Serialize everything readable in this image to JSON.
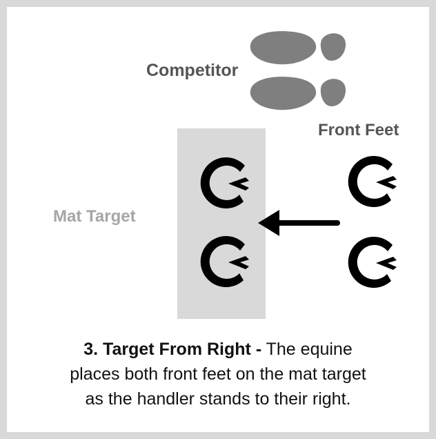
{
  "labels": {
    "competitor": "Competitor",
    "front_feet": "Front Feet",
    "mat_target": "Mat Target"
  },
  "caption": {
    "title": "3. Target From Right -",
    "line1_rest": " The equine",
    "line2": "places both front feet on the mat target",
    "line3": "as the handler stands to their right."
  },
  "colors": {
    "background": "#d9d9d9",
    "card": "#ffffff",
    "footprint": "#7f7f7f",
    "hoof": "#000000",
    "mat": "#d9d9d9",
    "muted_label": "#a6a6a6",
    "label": "#555555"
  },
  "icons": [
    "footprint-icon",
    "hoof-icon",
    "arrow-left-icon"
  ]
}
